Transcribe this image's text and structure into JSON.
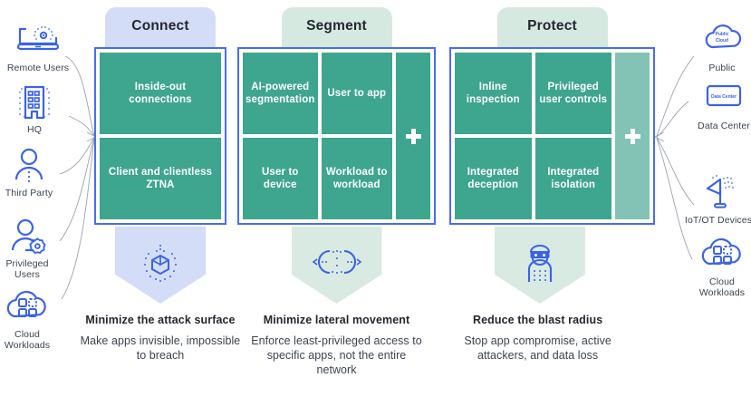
{
  "theme": {
    "tile_teal": "#3ea58f",
    "tile_teal_light": "#82c3b6",
    "border_blue": "#4a6cf0",
    "icon_blue": "#3a63e8",
    "connect_bg": "#d4ddf8",
    "segment_bg": "#d6e9e1",
    "protect_bg": "#d6e9e1"
  },
  "left_endpoints": [
    {
      "label": "Remote Users",
      "icon": "laptop-wireless-icon"
    },
    {
      "label": "HQ",
      "icon": "office-building-icon"
    },
    {
      "label": "Third Party",
      "icon": "user-dotted-icon"
    },
    {
      "label": "Privileged\nUsers",
      "icon": "user-gear-icon"
    },
    {
      "label": "Cloud\nWorkloads",
      "icon": "cloud-workloads-icon"
    }
  ],
  "right_endpoints": [
    {
      "label": "Public",
      "icon": "public-cloud-icon",
      "inner_text": "Public\nCloud"
    },
    {
      "label": "Data Center",
      "icon": "data-center-icon",
      "inner_text": "Data Center"
    },
    {
      "label": "IoT/OT Devices",
      "icon": "iot-antenna-icon",
      "inner_text": ""
    },
    {
      "label": "Cloud\nWorkloads",
      "icon": "cloud-workloads-icon",
      "inner_text": ""
    }
  ],
  "pillars": [
    {
      "id": "connect",
      "title": "Connect",
      "columns": [
        {
          "cells": [
            "Inside-out connections",
            "Client and clientless ZTNA"
          ]
        }
      ],
      "plus": null,
      "pennant_icon": "cube-network-icon",
      "caption_heading": "Minimize the attack surface",
      "caption_body": "Make apps invisible, impossible to breach"
    },
    {
      "id": "segment",
      "title": "Segment",
      "columns": [
        {
          "cells": [
            "AI-powered segmentation",
            "User to device"
          ]
        },
        {
          "cells": [
            "User to app",
            "Workload to workload"
          ]
        }
      ],
      "plus": {
        "symbol": "+",
        "style": "dark"
      },
      "pennant_icon": "lateral-movement-icon",
      "caption_heading": "Minimize lateral movement",
      "caption_body": "Enforce least-privileged access to specific apps, not the entire network"
    },
    {
      "id": "protect",
      "title": "Protect",
      "columns": [
        {
          "cells": [
            "Inline inspection",
            "Integrated deception"
          ]
        },
        {
          "cells": [
            "Privileged user controls",
            "Integrated isolation"
          ]
        }
      ],
      "plus": {
        "symbol": "+",
        "style": "light"
      },
      "pennant_icon": "attacker-icon",
      "caption_heading": "Reduce the blast radius",
      "caption_body": "Stop app compromise, active attackers, and data loss"
    }
  ]
}
